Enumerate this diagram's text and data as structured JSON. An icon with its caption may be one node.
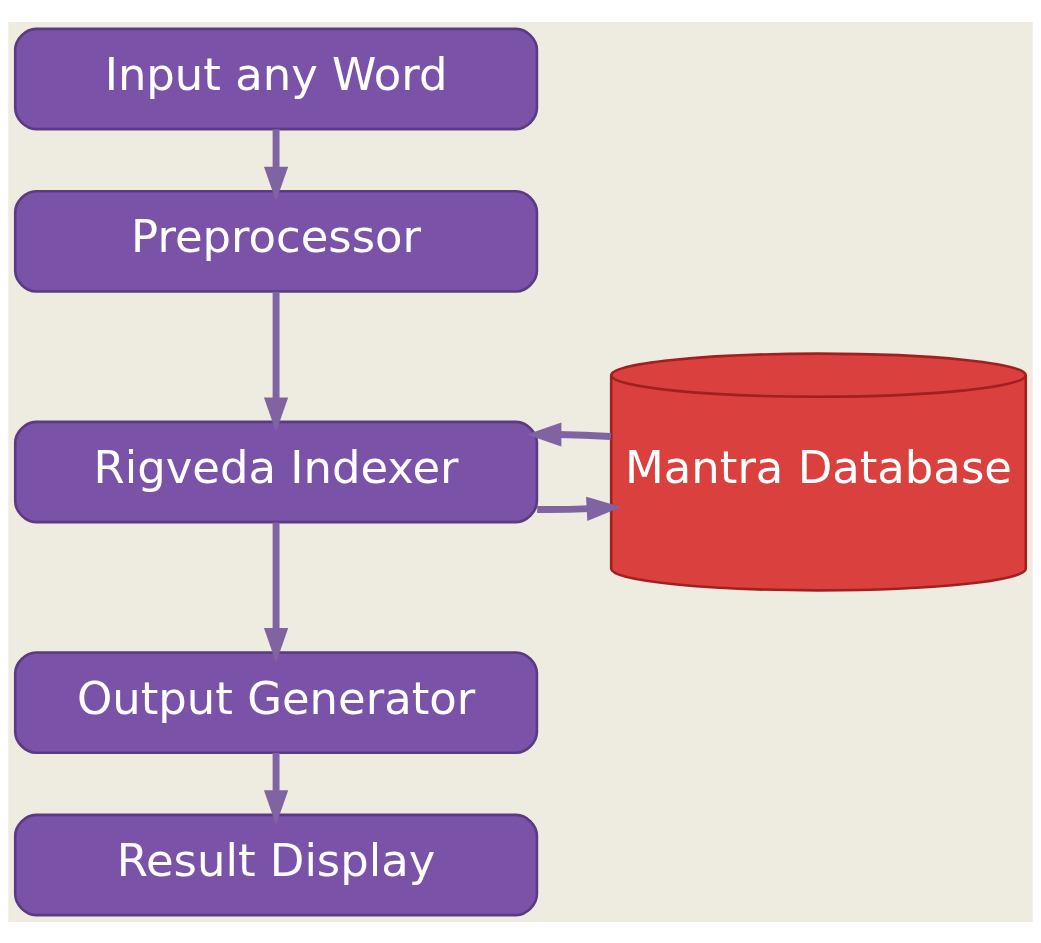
{
  "diagram": {
    "nodes": [
      {
        "text": [
          "Input any Word"
        ]
      },
      {
        "text": [
          "Preprocessor"
        ]
      },
      {
        "text": [
          "Rigveda Indexer"
        ]
      },
      {
        "text": [
          "Mantra Database"
        ]
      },
      {
        "text": [
          "Output Generator"
        ]
      },
      {
        "text": [
          "Result Display"
        ]
      }
    ],
    "edges": [
      {
        "from": 0,
        "to": 1,
        "arrow": "to"
      },
      {
        "from": 1,
        "to": 2,
        "arrow": "to"
      },
      {
        "from": 2,
        "to": 3,
        "arrow": "to"
      },
      {
        "from": 3,
        "to": 2,
        "arrow": "to"
      },
      {
        "from": 2,
        "to": 4,
        "arrow": "to"
      },
      {
        "from": 4,
        "to": 5,
        "arrow": "to"
      }
    ]
  }
}
